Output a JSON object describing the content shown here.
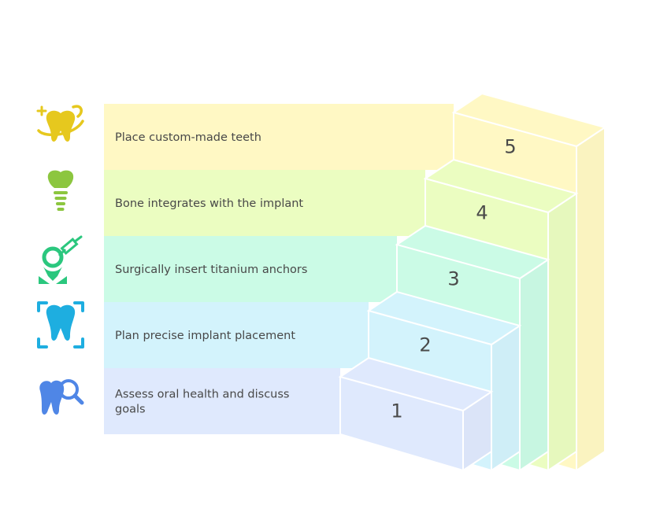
{
  "steps": [
    {
      "number": "1",
      "text_lines": [
        "Assess oral health and discuss",
        "goals"
      ],
      "icon": "tooth-search-icon",
      "band_color": "#dfe9fd",
      "icon_color": "#4f86e6"
    },
    {
      "number": "2",
      "text_lines": [
        "Plan precise implant placement"
      ],
      "icon": "tooth-scan-icon",
      "band_color": "#d3f3fc",
      "icon_color": "#1eaee0"
    },
    {
      "number": "3",
      "text_lines": [
        "Surgically insert titanium anchors"
      ],
      "icon": "dentist-syringe-icon",
      "band_color": "#cbfbe6",
      "icon_color": "#2bc77e"
    },
    {
      "number": "4",
      "text_lines": [
        "Bone integrates with the implant"
      ],
      "icon": "dental-implant-icon",
      "band_color": "#ebfdc1",
      "icon_color": "#8cc63f"
    },
    {
      "number": "5",
      "text_lines": [
        "Place custom-made teeth"
      ],
      "icon": "sparkling-tooth-icon",
      "band_color": "#fff8c4",
      "icon_color": "#e6c81e"
    }
  ]
}
